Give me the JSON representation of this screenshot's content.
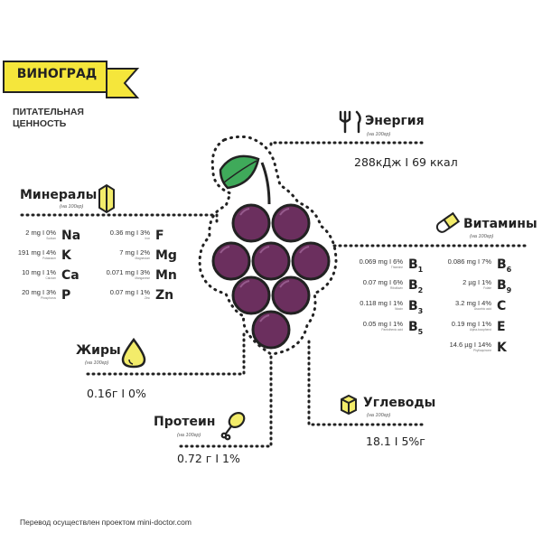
{
  "header": {
    "title": "ВИНОГРАД",
    "subtitle_line1": "ПИТАТЕЛЬНАЯ",
    "subtitle_line2": "ЦЕННОСТЬ"
  },
  "per_100g": "(на 100гр)",
  "energy": {
    "title": "Энергия",
    "value": "288кДж I 69 ккал"
  },
  "minerals": {
    "title": "Минералы",
    "left": [
      {
        "amount": "2 mg I 0%",
        "name": "Sodium",
        "symbol": "Na"
      },
      {
        "amount": "191 mg I 4%",
        "name": "Potassium",
        "symbol": "K"
      },
      {
        "amount": "10 mg I 1%",
        "name": "Calcium",
        "symbol": "Ca"
      },
      {
        "amount": "20 mg I 3%",
        "name": "Phosphorus",
        "symbol": "P"
      }
    ],
    "right": [
      {
        "amount": "0.36 mg I 3%",
        "name": "Iron",
        "symbol": "F"
      },
      {
        "amount": "7 mg I 2%",
        "name": "Magnesium",
        "symbol": "Mg"
      },
      {
        "amount": "0.071 mg I 3%",
        "name": "Manganese",
        "symbol": "Mn"
      },
      {
        "amount": "0.07 mg I 1%",
        "name": "Zinc",
        "symbol": "Zn"
      }
    ]
  },
  "vitamins": {
    "title": "Витамины",
    "left": [
      {
        "amount": "0.069 mg I 6%",
        "name": "Thiamine",
        "symbol": "B",
        "sub": "1"
      },
      {
        "amount": "0.07 mg I 6%",
        "name": "Riboflavin",
        "symbol": "B",
        "sub": "2"
      },
      {
        "amount": "0.118 mg I 1%",
        "name": "Niacin",
        "symbol": "B",
        "sub": "3"
      },
      {
        "amount": "0.05 mg I 1%",
        "name": "Pantothenic acid",
        "symbol": "B",
        "sub": "5"
      }
    ],
    "right": [
      {
        "amount": "0.086 mg I 7%",
        "name": "",
        "symbol": "B",
        "sub": "6"
      },
      {
        "amount": "2 µg I 1%",
        "name": "Folate",
        "symbol": "B",
        "sub": "9"
      },
      {
        "amount": "3.2 mg I 4%",
        "name": "Ascorbic acid",
        "symbol": "C",
        "sub": ""
      },
      {
        "amount": "0.19 mg I 1%",
        "name": "Alpha-tocopherol",
        "symbol": "E",
        "sub": ""
      },
      {
        "amount": "14.6 µg I 14%",
        "name": "Phylloquinone",
        "symbol": "K",
        "sub": ""
      }
    ]
  },
  "fats": {
    "title": "Жиры",
    "value": "0.16г I 0%"
  },
  "protein": {
    "title": "Протеин",
    "value": "0.72 г I 1%"
  },
  "carbs": {
    "title": "Углеводы",
    "value": "18.1 I 5%г"
  },
  "footer": "Перевод осуществлен проектом mini-doctor.com",
  "colors": {
    "banner": "#f5e63b",
    "grape": "#6b2f5e",
    "grape_outline": "#222222",
    "leaf": "#3faa5a",
    "icon_fill": "#f3ec6a"
  },
  "icons": [
    "fork-knife-icon",
    "crystal-icon",
    "pill-icon",
    "drop-icon",
    "drumstick-icon",
    "box-icon"
  ]
}
